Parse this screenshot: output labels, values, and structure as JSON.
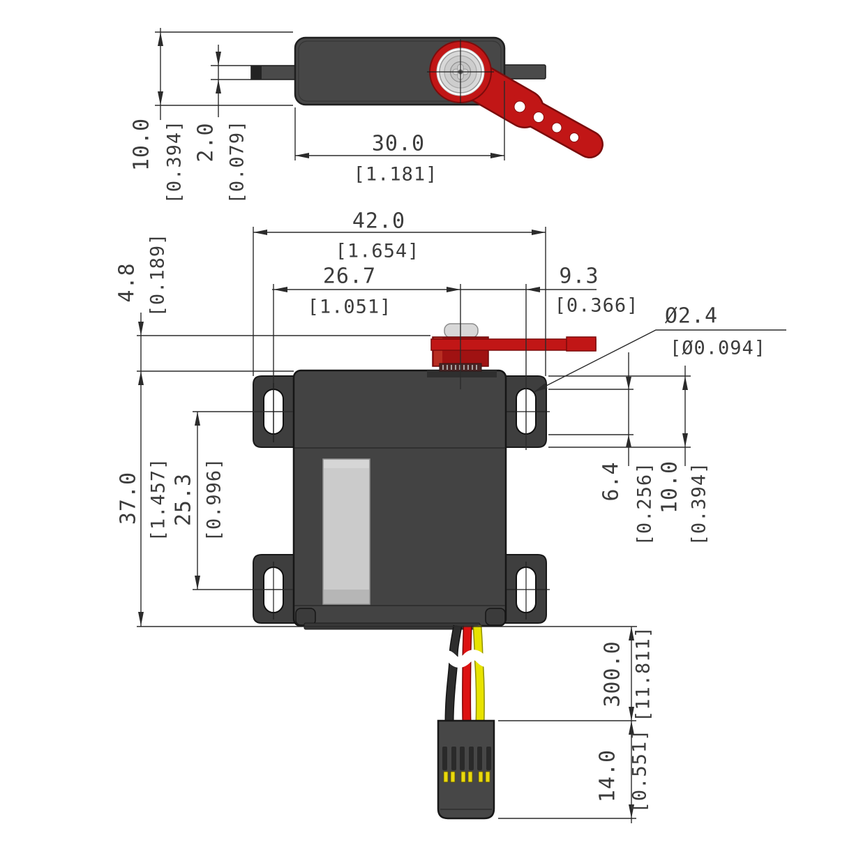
{
  "drawing": {
    "type": "servo-dimension-drawing",
    "views": [
      "top-view",
      "front-view"
    ],
    "units": "mm [inch]"
  },
  "colors": {
    "horn_red": "#c11616",
    "horn_red_dark": "#7c0c0c",
    "body_gray": "#474747",
    "front_body_gray": "#434343",
    "flange_gray": "#3e3e3e",
    "label_gray": "#cbcbcb",
    "silver": "#d8d8d8",
    "wire_black": "#2d2d2d",
    "wire_red": "#dd1212",
    "wire_yellow": "#e8e300",
    "connector_gray": "#474747",
    "pin_yellow": "#e9d90c",
    "line": "#2b2b2b",
    "text": "#3c3c3c"
  },
  "dims": {
    "case_thickness": {
      "mm": "10.0",
      "inch": "[0.394]"
    },
    "tab_thickness": {
      "mm": "2.0",
      "inch": "[0.079]"
    },
    "body_length": {
      "mm": "30.0",
      "inch": "[1.181]"
    },
    "overall_width": {
      "mm": "42.0",
      "inch": "[1.654]"
    },
    "hole_to_shaft": {
      "mm": "26.7",
      "inch": "[1.051]"
    },
    "shaft_to_hole": {
      "mm": "9.3",
      "inch": "[0.366]"
    },
    "hole_diameter": {
      "mm": "Ø2.4",
      "inch": "[Ø0.094]"
    },
    "horn_height": {
      "mm": "4.8",
      "inch": "[0.189]"
    },
    "body_height": {
      "mm": "37.0",
      "inch": "[1.457]"
    },
    "hole_pitch": {
      "mm": "25.3",
      "inch": "[0.996]"
    },
    "slot_length": {
      "mm": "6.4",
      "inch": "[0.256]"
    },
    "flange_height": {
      "mm": "10.0",
      "inch": "[0.394]"
    },
    "cable_length": {
      "mm": "300.0",
      "inch": "[11.811]"
    },
    "connector_length": {
      "mm": "14.0",
      "inch": "[0.551]"
    }
  }
}
